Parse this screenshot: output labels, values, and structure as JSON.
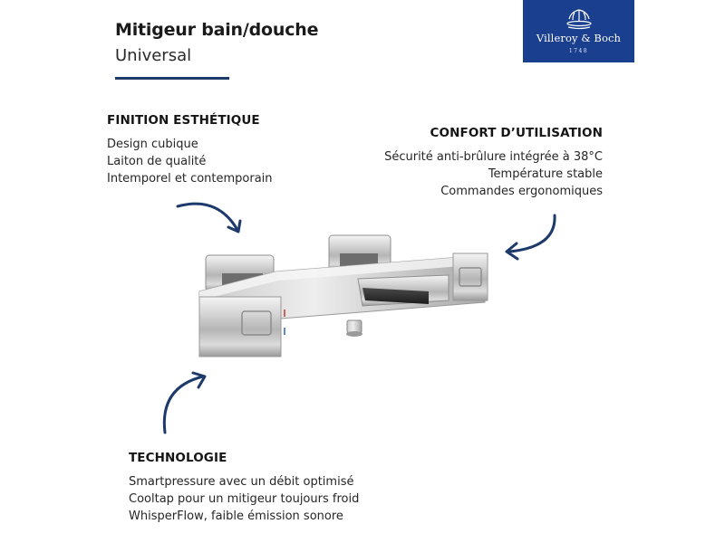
{
  "header": {
    "title": "Mitigeur bain/douche",
    "subtitle": "Universal"
  },
  "logo": {
    "name": "Villeroy & Boch",
    "year": "1748",
    "background": "#1b3f8f"
  },
  "sections": {
    "finition": {
      "heading": "FINITION ESTHÉTIQUE",
      "lines": [
        "Design cubique",
        "Laiton de qualité",
        "Intemporel et contemporain"
      ]
    },
    "confort": {
      "heading": "CONFORT D’UTILISATION",
      "lines": [
        "Sécurité anti-brûlure intégrée à 38°C",
        "Température stable",
        "Commandes ergonomiques"
      ]
    },
    "technologie": {
      "heading": "TECHNOLOGIE",
      "lines": [
        "Smartpressure avec un débit optimisé",
        "Cooltap pour un mitigeur toujours froid",
        "WhisperFlow, faible émission sonore"
      ]
    }
  },
  "icons": {
    "arrow_color": "#1d3a6b",
    "arrows": [
      "curved-arrow-icon",
      "curved-arrow-icon",
      "curved-arrow-icon"
    ]
  },
  "colors": {
    "accent": "#1d3a6b"
  }
}
